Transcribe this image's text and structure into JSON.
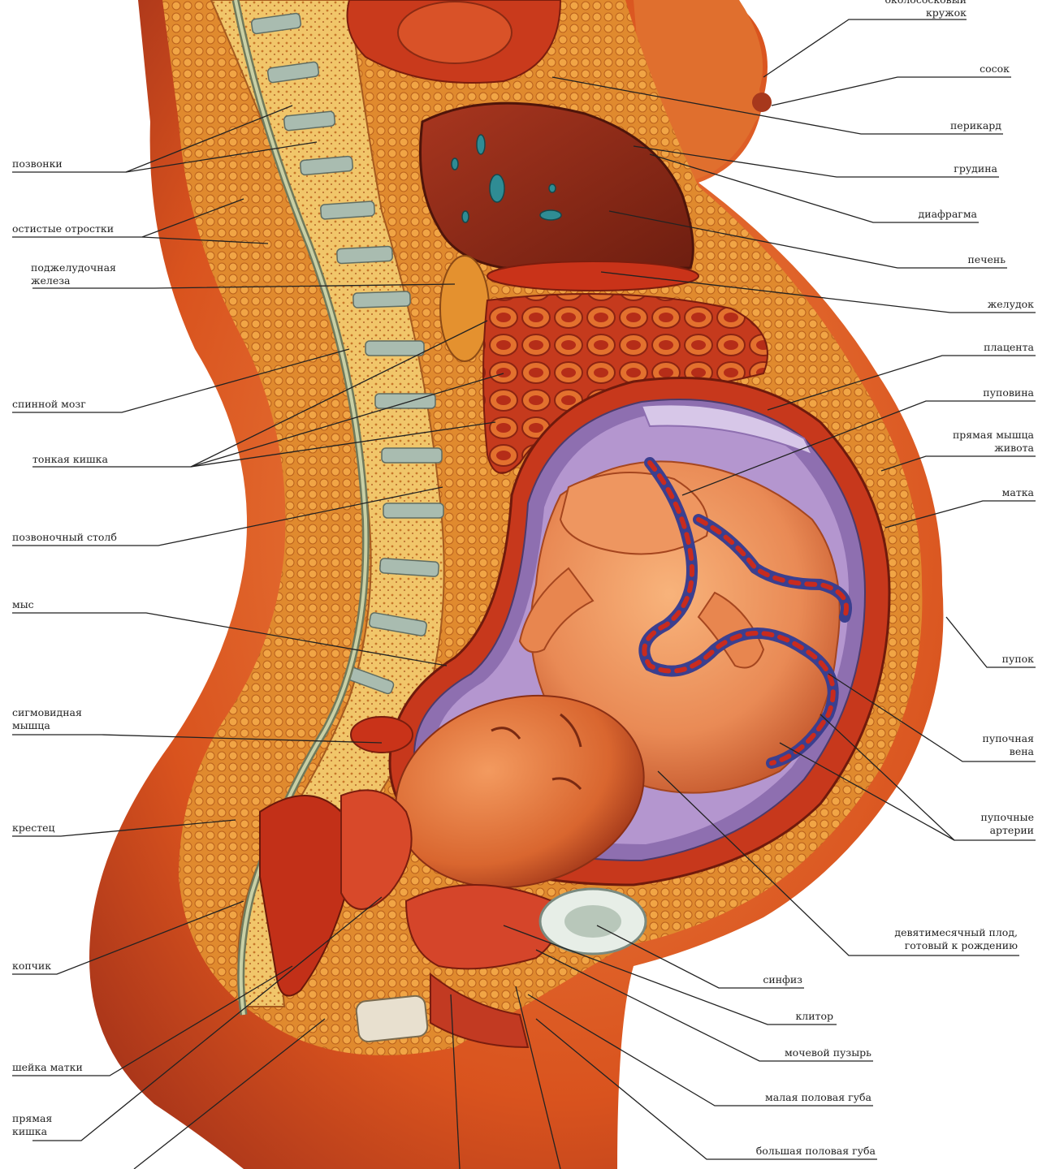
{
  "labels": {
    "left": {
      "vertebrae": "позвонки",
      "spinous_processes": "остистые отростки",
      "pancreas": "поджелудочная\nжелеза",
      "spinal_cord": "спинной мозг",
      "small_intestine": "тонкая кишка",
      "spinal_column": "позвоночный столб",
      "promontory": "мыс",
      "sigmoid_muscle": "сигмовидная\nмышца",
      "sacrum": "крестец",
      "coccyx": "копчик",
      "cervix": "шейка матки",
      "rectum": "прямая\nкишка"
    },
    "right": {
      "areola": "околососковый\nкружок",
      "nipple": "сосок",
      "pericardium": "перикард",
      "sternum": "грудина",
      "diaphragm": "диафрагма",
      "liver": "печень",
      "stomach": "желудок",
      "placenta": "плацента",
      "umbilical_cord": "пуповина",
      "rectus_abdominis": "прямая мышца\nживота",
      "uterus": "матка",
      "navel": "пупок",
      "umbilical_vein": "пупочная\nвена",
      "umbilical_arteries": "пупочные\nартерии",
      "fetus": "девятимесячный плод,\nготовый к рождению",
      "symphysis": "синфиз",
      "clitoris": "клитор",
      "bladder": "мочевой пузырь",
      "labia_minora": "малая половая губа",
      "labia_majora": "большая половая губа"
    }
  },
  "colors": {
    "skin": "#d9531e",
    "flesh": "#e8873a",
    "bone": "#f1c66a",
    "disc": "#9fb2a6",
    "liver": "#8c2a18",
    "muscle": "#c8321c",
    "fetus_skin": "#e98a55",
    "uterus_lining": "#8e6fb0",
    "vein": "#3b3f8f",
    "artery": "#c82b1e"
  }
}
